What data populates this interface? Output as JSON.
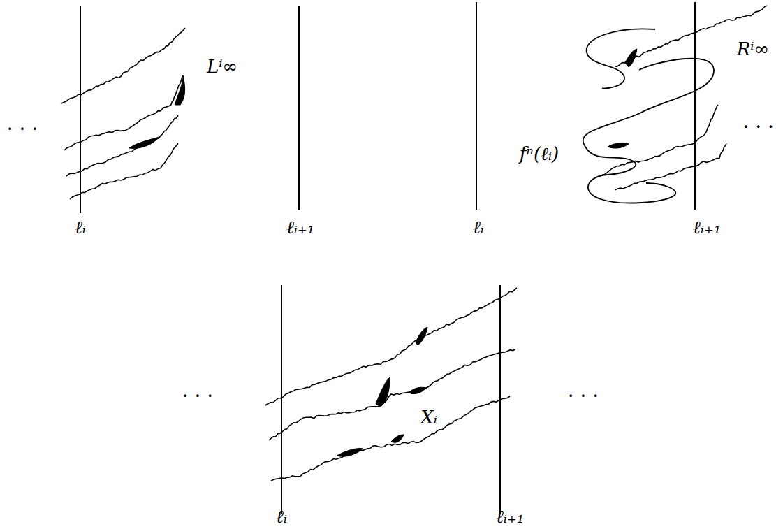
{
  "diagram": {
    "labels": [
      "· · ·",
      "Lⁱ∞",
      "Rⁱ∞",
      "fⁿ(ℓᵢ)",
      "· · ·",
      "ℓᵢ",
      "ℓᵢ₊₁",
      "ℓᵢ",
      "ℓᵢ₊₁",
      "· · ·",
      "Xᵢ",
      "· · ·",
      "ℓᵢ",
      "ℓᵢ₊₁"
    ]
  }
}
